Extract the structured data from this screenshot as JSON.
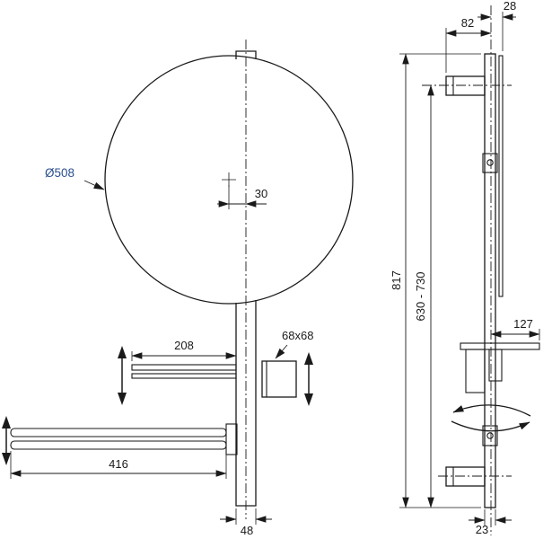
{
  "drawing": {
    "front_view": {
      "mirror_diameter": "Ø508",
      "center_offset": "30",
      "shelf_length": "208",
      "holder_size": "68x68",
      "rail_length": "416",
      "profile_width": "48"
    },
    "side_view": {
      "mirror_offset": "28",
      "fixing_length": "82",
      "total_height": "817",
      "mounting_height_range": "630 - 730",
      "shelf_depth": "127",
      "profile_depth": "23"
    },
    "colors": {
      "line": "#1a1a1a",
      "diameter_label": "#2c4f8f",
      "background": "#ffffff"
    }
  }
}
